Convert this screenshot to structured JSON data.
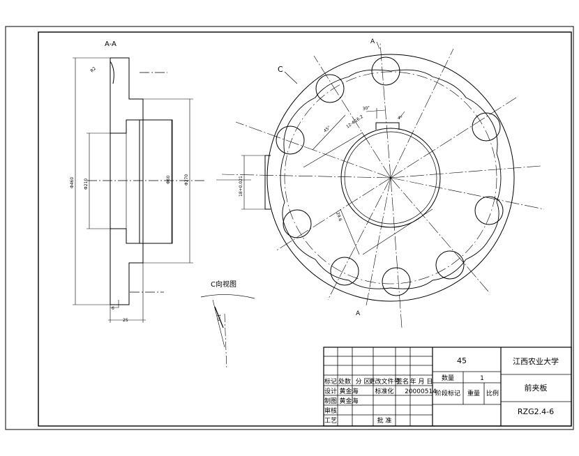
{
  "labels": {
    "section_aa": "A-A",
    "view_c": "C向视图",
    "mark_c": "C",
    "section_a_top": "A",
    "section_a_bottom": "A"
  },
  "dimensions": {
    "r_corner": "R2",
    "dia_outer_left": "Φ460",
    "dia_bore_a": "Φ210",
    "dia_bore_b": "Φ60",
    "dia_step": "Φ270",
    "width_25": "25",
    "small_6": "6",
    "keyway_width": "18+0.021",
    "keyway_depth": "29.6",
    "angle_1": "45°",
    "angle_2": "30°",
    "dim_24": "4°",
    "slot_dim": "12-Φ16.2",
    "c_view_dim": "0.1"
  },
  "title_block": {
    "material": "45",
    "school": "江西农业大学",
    "part_name": "前夹板",
    "drawing_no": "RZG2.4-6",
    "qty_label": "数量",
    "qty_value": "1",
    "rev_headers": [
      "标记",
      "处数",
      "分 区",
      "更改文件号",
      "签名",
      "年 月 日"
    ],
    "design_label": "设计",
    "design_name": "黄金海",
    "std_label": "标准化",
    "date": "20000514",
    "draw_label": "制图",
    "draw_name": "黄金海",
    "check_label": "审核",
    "process_label": "工艺",
    "approve_label": "批 准",
    "stage_label": "阶段标记",
    "weight_label": "重量",
    "scale_label": "比例"
  }
}
